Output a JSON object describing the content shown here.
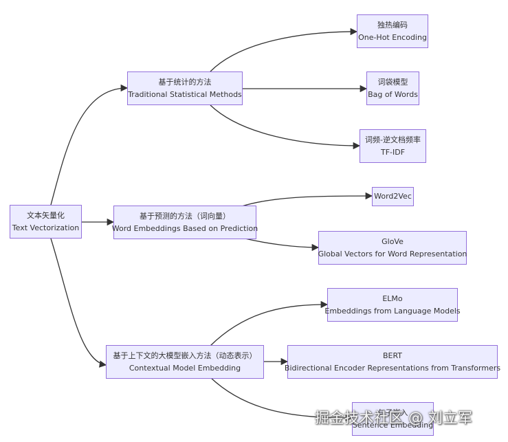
{
  "nodes": {
    "root": {
      "zh": "文本矢量化",
      "en": "Text Vectorization"
    },
    "stat": {
      "zh": "基于统计的方法",
      "en": "Traditional Statistical Methods"
    },
    "pred": {
      "zh": "基于预测的方法（词向量）",
      "en": "Word Embeddings Based on Prediction"
    },
    "ctx": {
      "zh": "基于上下文的大模型嵌入方法（动态表示）",
      "en": "Contextual Model Embedding"
    },
    "onehot": {
      "zh": "独热编码",
      "en": "One-Hot Encoding"
    },
    "bow": {
      "zh": "词袋模型",
      "en": "Bag of Words"
    },
    "tfidf": {
      "zh": "词频-逆文档频率",
      "en": "TF-IDF"
    },
    "w2v": {
      "zh": "",
      "en": "Word2Vec"
    },
    "glove": {
      "zh": "GloVe",
      "en": "Global Vectors for Word Representation"
    },
    "elmo": {
      "zh": "ELMo",
      "en": "Embeddings from Language Models"
    },
    "bert": {
      "zh": "BERT",
      "en": "Bidirectional Encoder Representations from Transformers"
    },
    "sent": {
      "zh": "句子嵌入",
      "en": "Sentence Embedding"
    }
  },
  "watermark": "掘金技术社区 @ 刘立军",
  "colors": {
    "node_fill": "#ECECFF",
    "node_border": "#9370DB",
    "edge": "#333333",
    "text": "#333333"
  }
}
